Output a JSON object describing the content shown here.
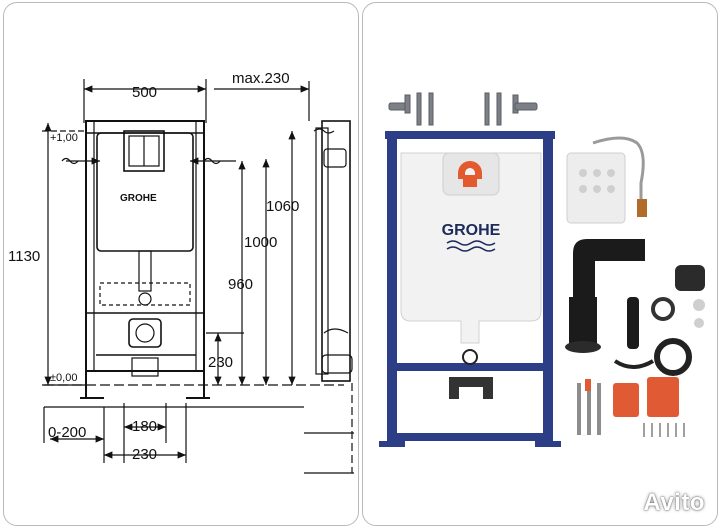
{
  "drawing": {
    "width_top": "500",
    "max_depth": "max.230",
    "level_top": "+1,00",
    "level_floor": "±0,00",
    "height_total": "1130",
    "height_1060": "1060",
    "height_1000": "1000",
    "height_960": "960",
    "height_230_right": "230",
    "range_bottom": "0-200",
    "width_180": "180",
    "width_230_bottom": "230",
    "brand_on_cistern": "GROHE"
  },
  "product": {
    "brand": "GROHE"
  },
  "watermark": {
    "text": "Avito"
  }
}
